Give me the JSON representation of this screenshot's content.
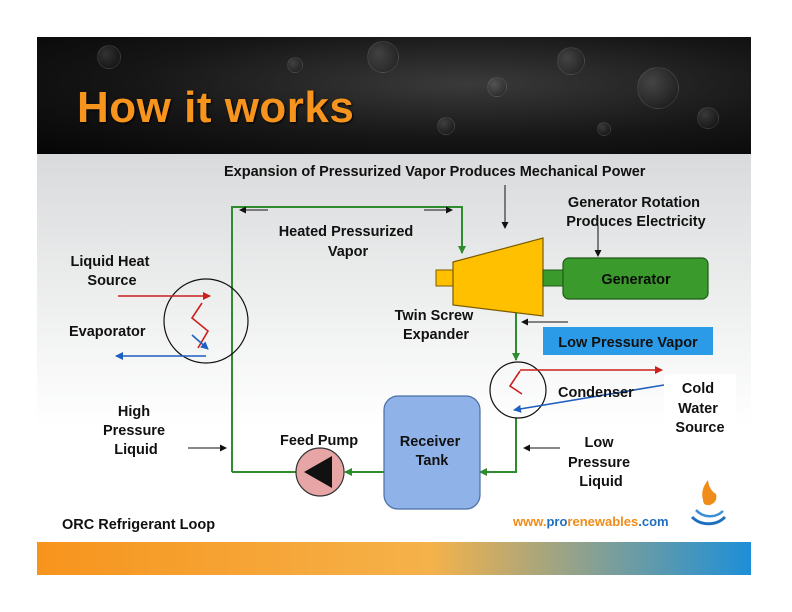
{
  "slide": {
    "title": "How it works"
  },
  "diagram": {
    "expansion_caption": "Expansion of Pressurized Vapor Produces Mechanical Power",
    "generator_caption": [
      "Generator Rotation",
      "Produces Electricity"
    ],
    "heated_vapor": [
      "Heated Pressurized",
      "Vapor"
    ],
    "liquid_heat_source": [
      "Liquid Heat",
      "Source"
    ],
    "evaporator": "Evaporator",
    "twin_screw_expander": [
      "Twin Screw",
      "Expander"
    ],
    "generator": "Generator",
    "low_pressure_vapor": "Low Pressure Vapor",
    "condenser": "Condenser",
    "cold_water_source": [
      "Cold",
      "Water",
      "Source"
    ],
    "high_pressure_liquid": [
      "High",
      "Pressure",
      "Liquid"
    ],
    "feed_pump": "Feed Pump",
    "receiver_tank": [
      "Receiver",
      "Tank"
    ],
    "low_pressure_liquid": [
      "Low",
      "Pressure",
      "Liquid"
    ],
    "loop_name": "ORC Refrigerant Loop",
    "website": {
      "prefix": "www.",
      "brand": "pro",
      "rest": "renewables",
      "suffix": ".com"
    }
  },
  "colors": {
    "title_orange": "#f7941d",
    "loop_green": "#2e8b2e",
    "hot_red": "#cc1f1f",
    "cold_blue": "#1f5fbf",
    "expander_yellow": "#ffc000",
    "generator_green": "#3a9a2b",
    "tank_blue": "#8fb2e8",
    "pump_pink": "#e8a5a5",
    "label_blue": "#2b9be8",
    "web_orange": "#f08c1a",
    "web_blue": "#1f6fbf"
  }
}
